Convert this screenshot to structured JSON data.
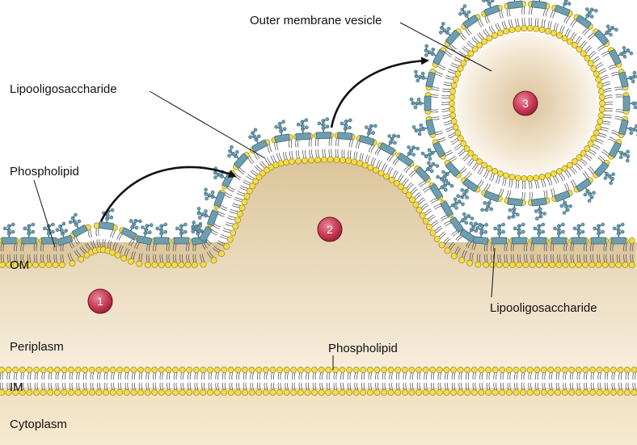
{
  "labels": {
    "outer_membrane_vesicle": "Outer membrane vesicle",
    "lipooligosaccharide_top": "Lipooligosaccharide",
    "phospholipid_top": "Phospholipid",
    "om": "OM",
    "lipooligosaccharide_right": "Lipooligosaccharide",
    "periplasm": "Periplasm",
    "phospholipid_im": "Phospholipid",
    "im": "IM",
    "cytoplasm": "Cytoplasm"
  },
  "steps": [
    "1",
    "2",
    "3"
  ],
  "colors": {
    "periplasm_top": "#dcc59b",
    "periplasm_bottom": "#f7eedd",
    "cytoplasm": "#f1e3c4",
    "lipid_head": "#f4dc4a",
    "lipid_head_stroke": "#9a8420",
    "lipid_tail": "#5c5c5c",
    "los_block": "#6f9db0",
    "los_stroke": "#3e6b7d",
    "step_badge": "#c93a55",
    "arrow": "#111111"
  }
}
